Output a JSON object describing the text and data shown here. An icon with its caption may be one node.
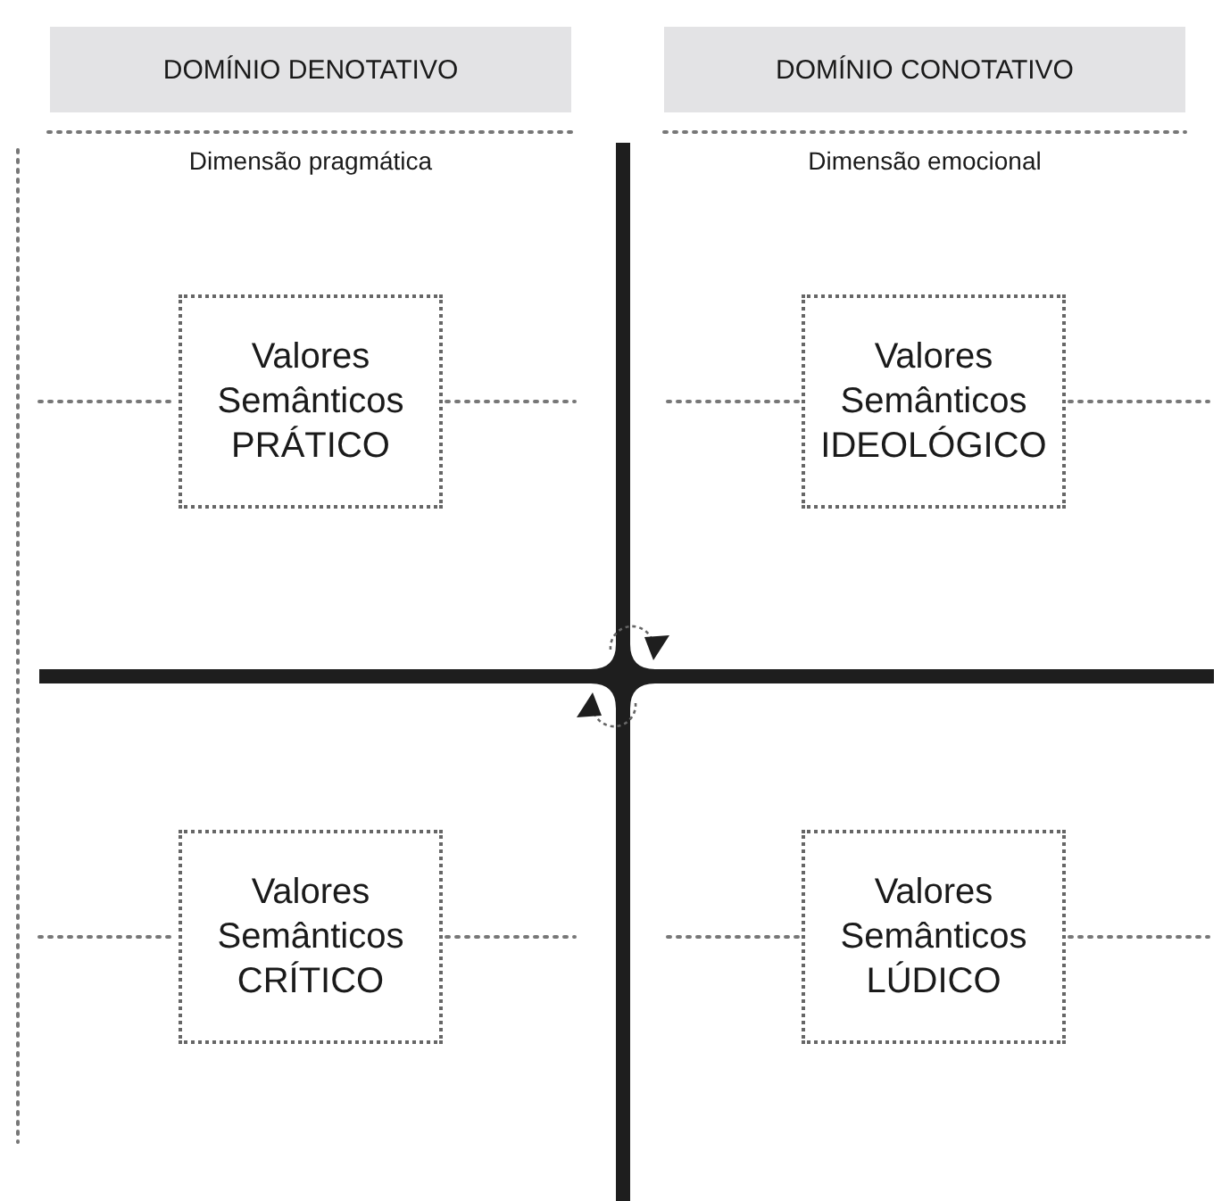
{
  "diagram": {
    "nodes": [
      {
        "text": [
          "DOMÍNIO DENOTATIVO"
        ]
      },
      {
        "text": [
          "DOMÍNIO CONOTATIVO"
        ]
      },
      {
        "text": [
          "Valores Semânticos PRÁTICO"
        ]
      },
      {
        "text": [
          "Valores Semânticos IDEOLÓGICO"
        ]
      },
      {
        "text": [
          "Valores Semânticos CRÍTICO"
        ]
      },
      {
        "text": [
          "Valores Semânticos LÚDICO"
        ]
      }
    ],
    "labels": [
      "Dimensão pragmática",
      "Dimensão emocional"
    ]
  }
}
